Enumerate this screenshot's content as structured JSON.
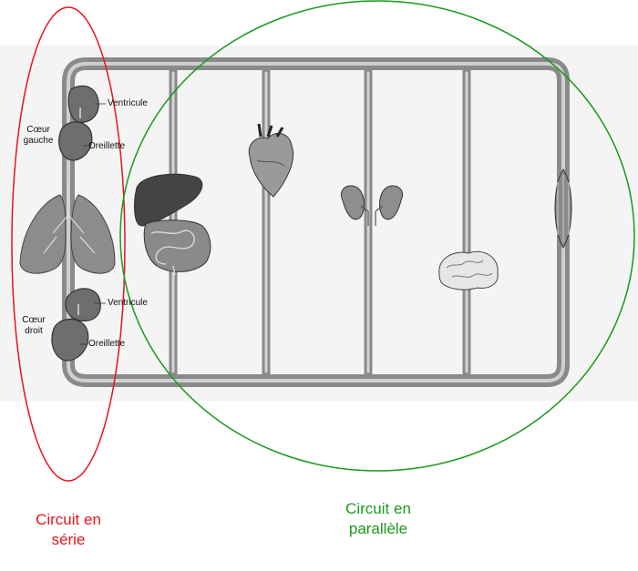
{
  "labels": {
    "left_heart": {
      "line1": "Cœur",
      "line2": "gauche"
    },
    "right_heart": {
      "line1": "Cœur",
      "line2": "droit"
    },
    "ventricle_top": "Ventricule",
    "atrium_top": "Oreillette",
    "ventricle_bottom": "Ventricule",
    "atrium_bottom": "Oreillette"
  },
  "captions": {
    "series": {
      "line1": "Circuit en",
      "line2": "série"
    },
    "parallel": {
      "line1": "Circuit en",
      "line2": "parallèle"
    }
  },
  "colors": {
    "series_outline": "#e8141c",
    "parallel_outline": "#1a9a1a",
    "vessel": "#8a8a8a",
    "organ": "#6e6e6e"
  },
  "icons": [
    "heart-organ-icon",
    "lungs-icon",
    "liver-intestine-icon",
    "heart-muscle-icon",
    "kidneys-icon",
    "brain-icon",
    "skeletal-muscle-icon"
  ]
}
